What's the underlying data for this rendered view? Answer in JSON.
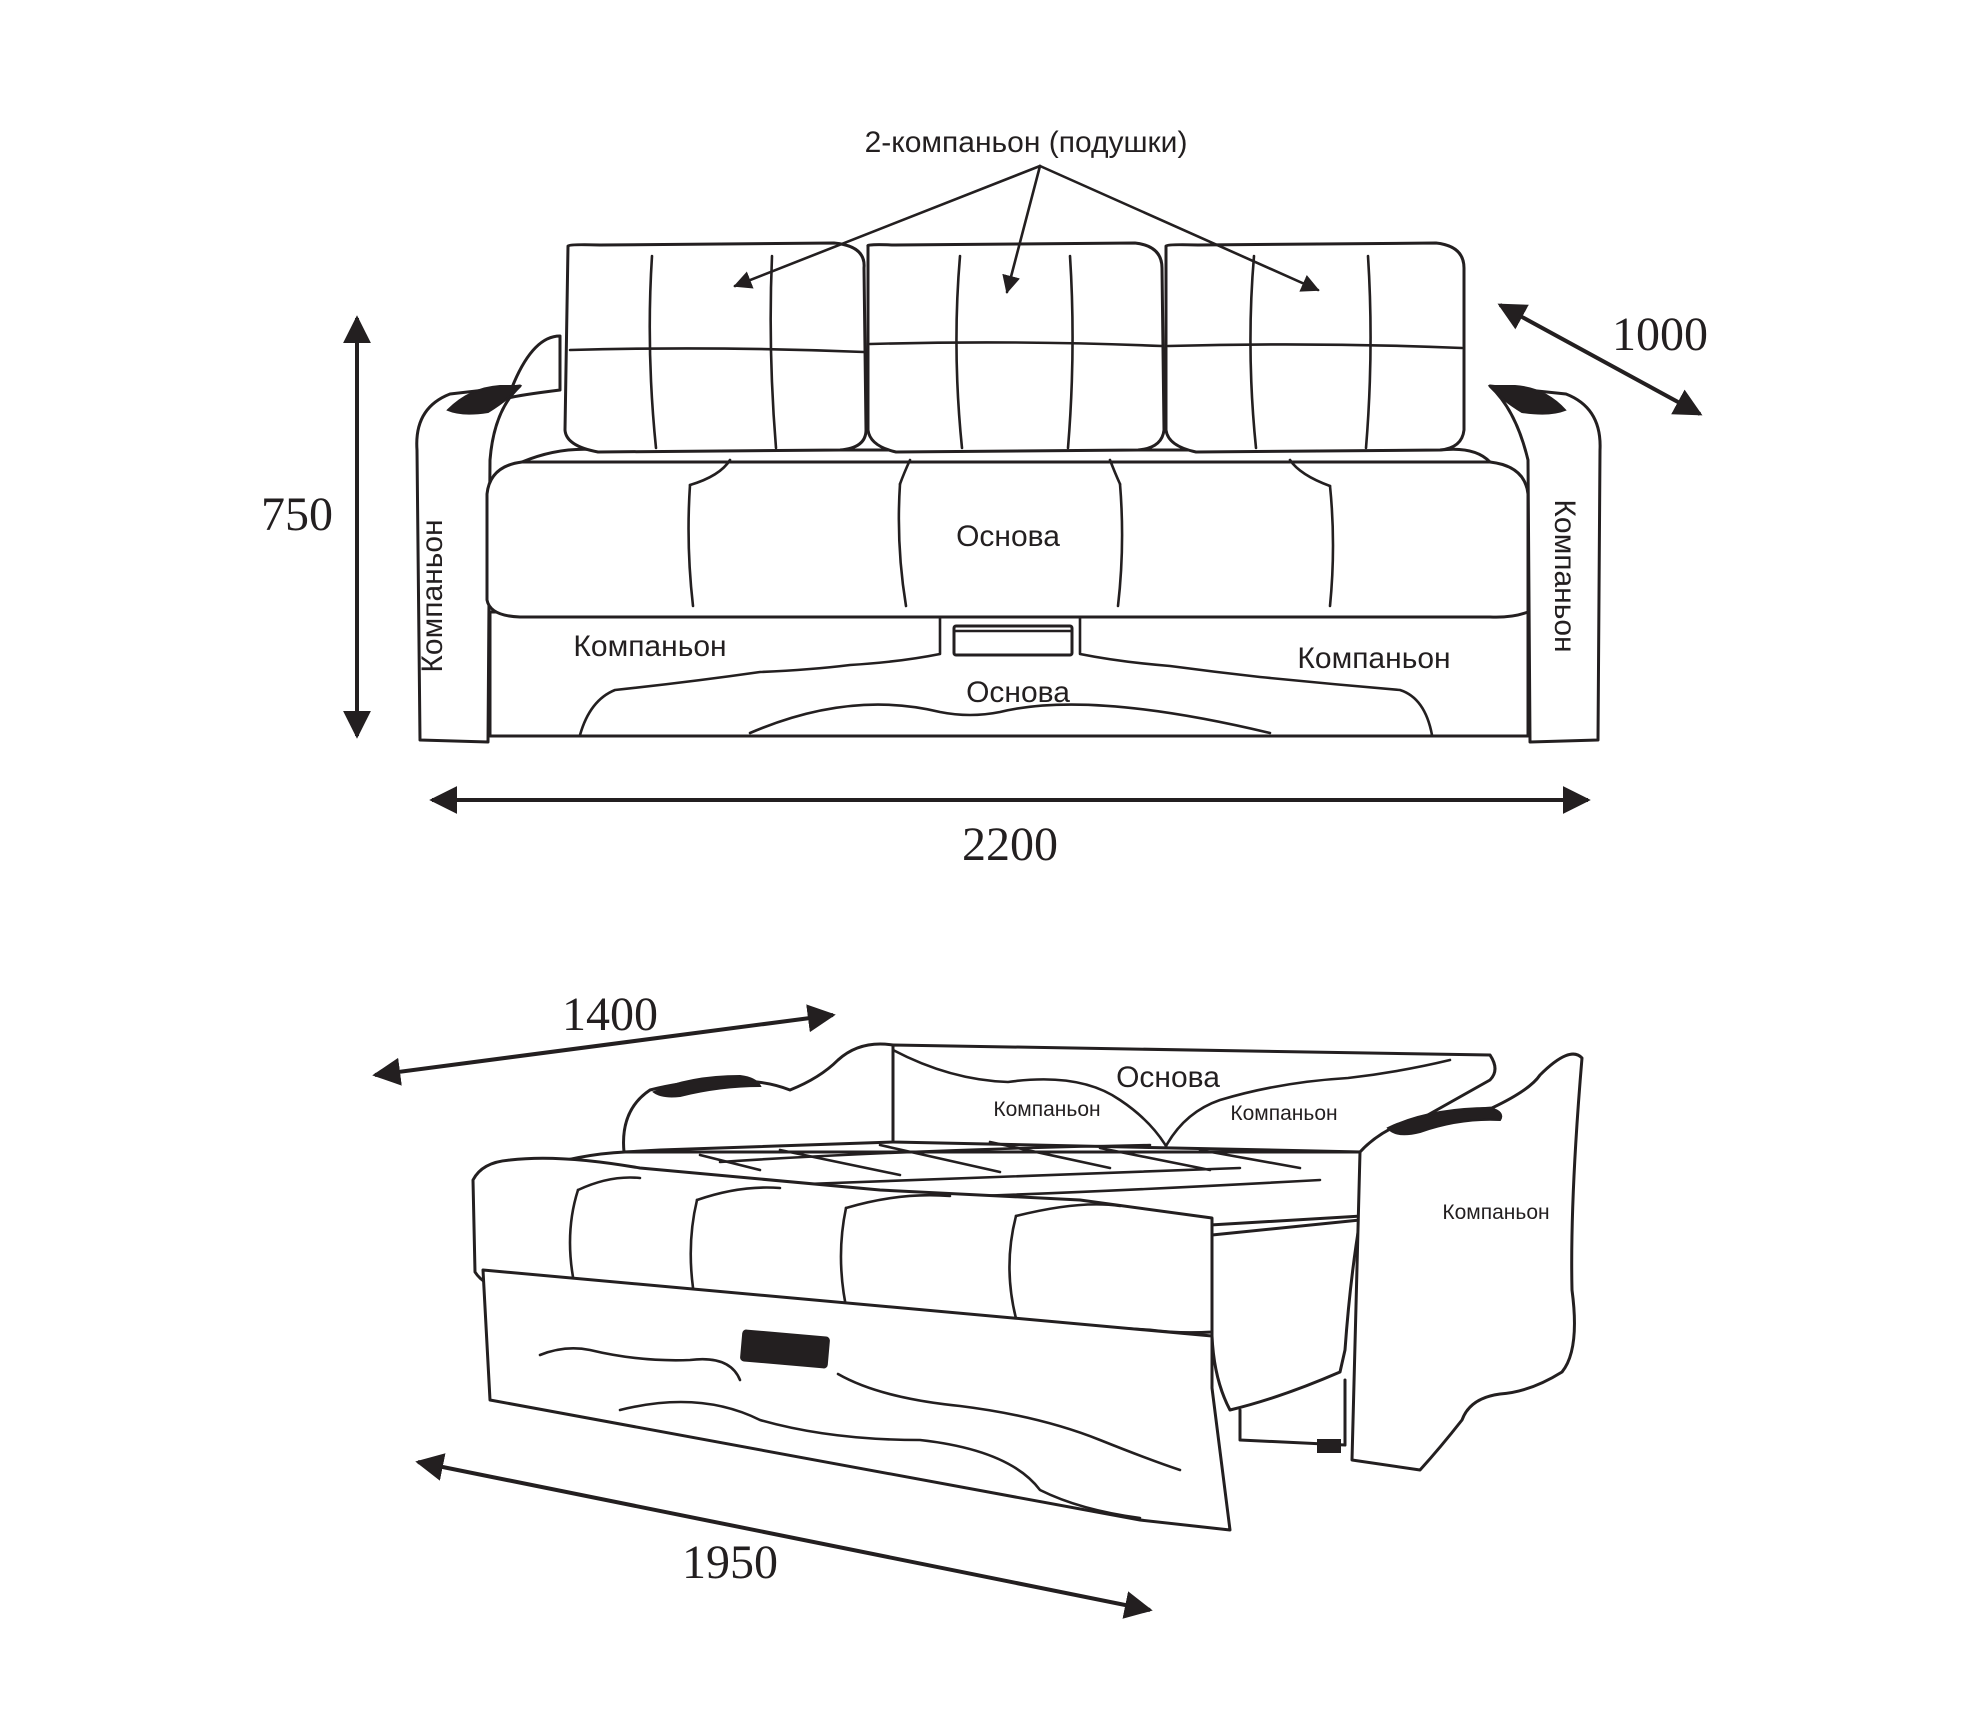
{
  "labels": {
    "pillows": "2-компаньон (подушки)",
    "base": "Основа",
    "companion": "Компаньон"
  },
  "dimensions": {
    "height": "750",
    "width": "2200",
    "depth": "1000",
    "bed_width": "1400",
    "bed_length": "1950"
  },
  "colors": {
    "line": "#231f20",
    "background": "#ffffff"
  }
}
